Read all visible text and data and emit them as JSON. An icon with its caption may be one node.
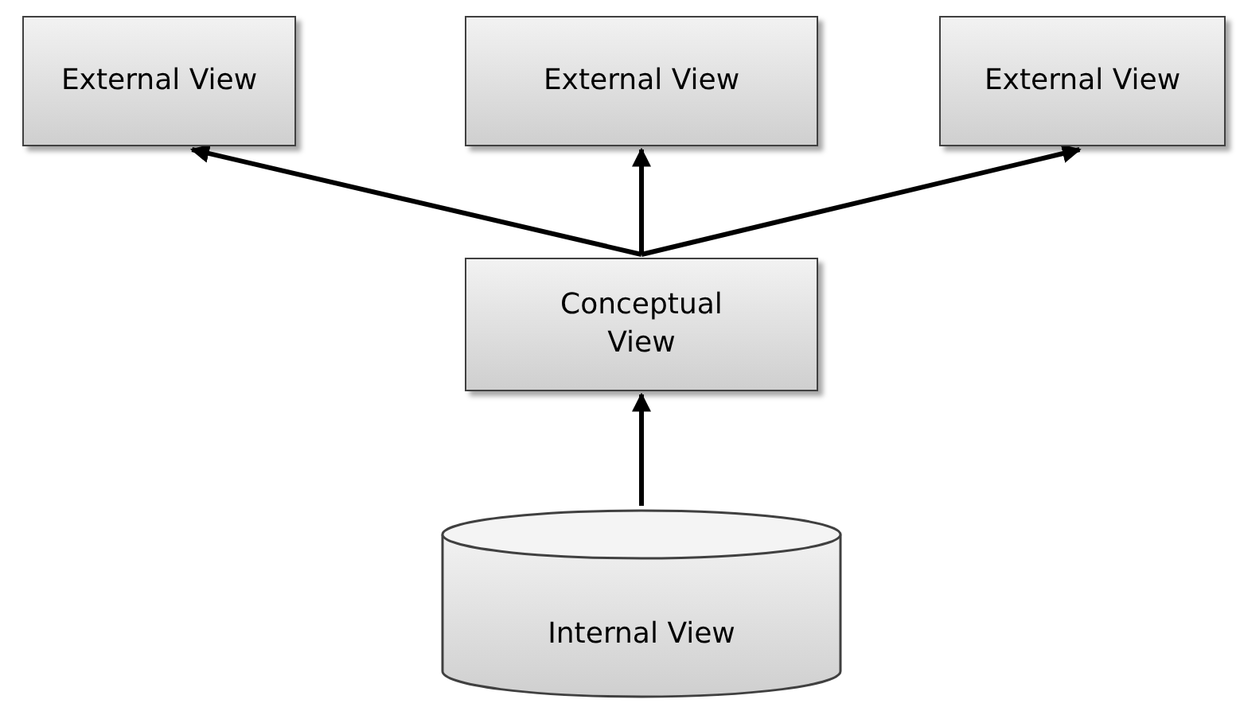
{
  "diagram": {
    "nodes": [
      {
        "text": [
          "External View"
        ]
      },
      {
        "text": [
          "External View"
        ]
      },
      {
        "text": [
          "External View"
        ]
      },
      {
        "text": [
          "Conceptual View"
        ]
      },
      {
        "text": [
          "Internal View"
        ]
      }
    ],
    "edges": [
      {
        "from": 3,
        "to": 0,
        "arrow": "to"
      },
      {
        "from": 3,
        "to": 1,
        "arrow": "to"
      },
      {
        "from": 3,
        "to": 2,
        "arrow": "to"
      },
      {
        "from": 4,
        "to": 3,
        "arrow": "to"
      }
    ]
  }
}
